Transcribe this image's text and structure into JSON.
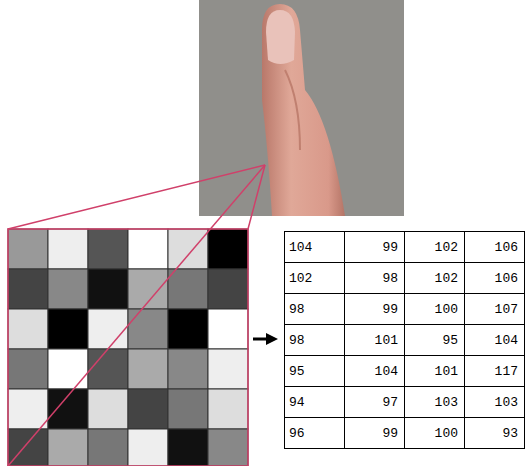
{
  "diagram": {
    "labels": [
      "104",
      "99",
      "102",
      "106",
      "102",
      "98",
      "102",
      "106",
      "98",
      "99",
      "100",
      "107",
      "98",
      "101",
      "95",
      "104",
      "95",
      "104",
      "101",
      "117",
      "94",
      "97",
      "103",
      "103",
      "96",
      "99",
      "100",
      "93"
    ]
  }
}
